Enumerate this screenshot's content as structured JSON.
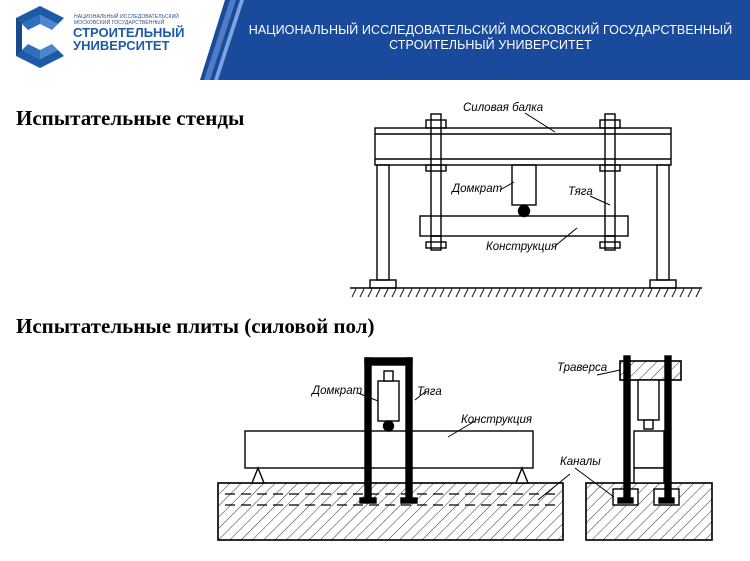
{
  "header": {
    "logo_text_small": [
      "НАЦИОНАЛЬНЫЙ ИССЛЕДОВАТЕЛЬСКИЙ",
      "МОСКОВСКИЙ ГОСУДАРСТВЕННЫЙ"
    ],
    "logo_text_big": [
      "СТРОИТЕЛЬНЫЙ",
      "УНИВЕРСИТЕТ"
    ],
    "university_line1": "НАЦИОНАЛЬНЫЙ ИССЛЕДОВАТЕЛЬСКИЙ МОСКОВСКИЙ ГОСУДАРСТВЕННЫЙ",
    "university_line2": "СТРОИТЕЛЬНЫЙ   УНИВЕРСИТЕТ",
    "band_color": "#1a4a9b",
    "logo_color": "#1f5aa6"
  },
  "sections": {
    "stands_title": "Испытательные стенды",
    "plates_title": "Испытательные плиты (силовой пол)"
  },
  "diagram_top": {
    "label_beam": "Силовая балка",
    "label_jack": "Домкрат",
    "label_rod": "Тяга",
    "label_structure": "Конструкция"
  },
  "diagram_bottom": {
    "label_jack": "Домкрат",
    "label_rod": "Тяга",
    "label_structure": "Конструкция",
    "label_traverse": "Траверса",
    "label_channels": "Каналы"
  }
}
